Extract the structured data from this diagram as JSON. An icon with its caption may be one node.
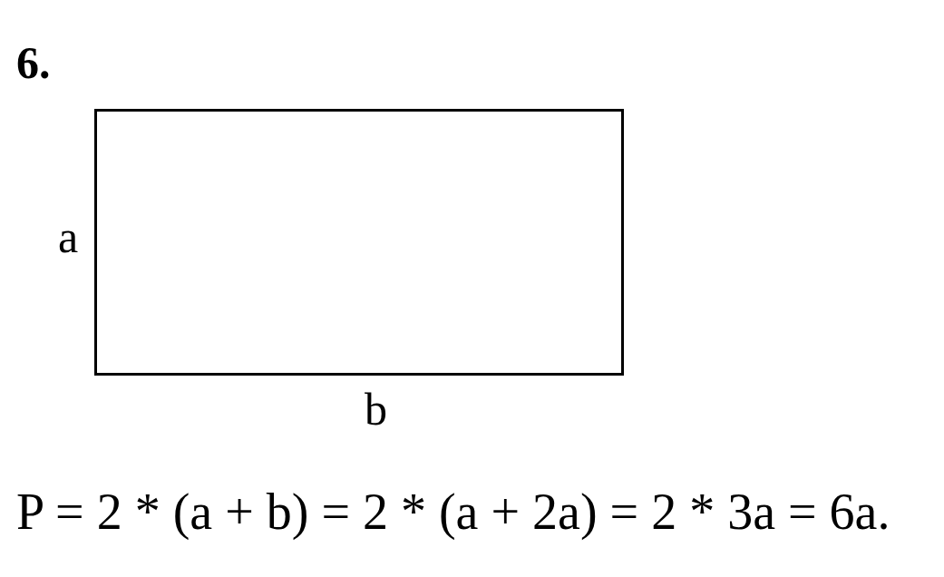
{
  "diagram": {
    "title": "6.",
    "nodes": [
      {
        "text": [],
        "shape": "box"
      }
    ],
    "labels": [
      "a",
      "b",
      "P = 2 * (a + b) = 2 * (a + 2a) = 2 * 3a = 6a."
    ]
  }
}
